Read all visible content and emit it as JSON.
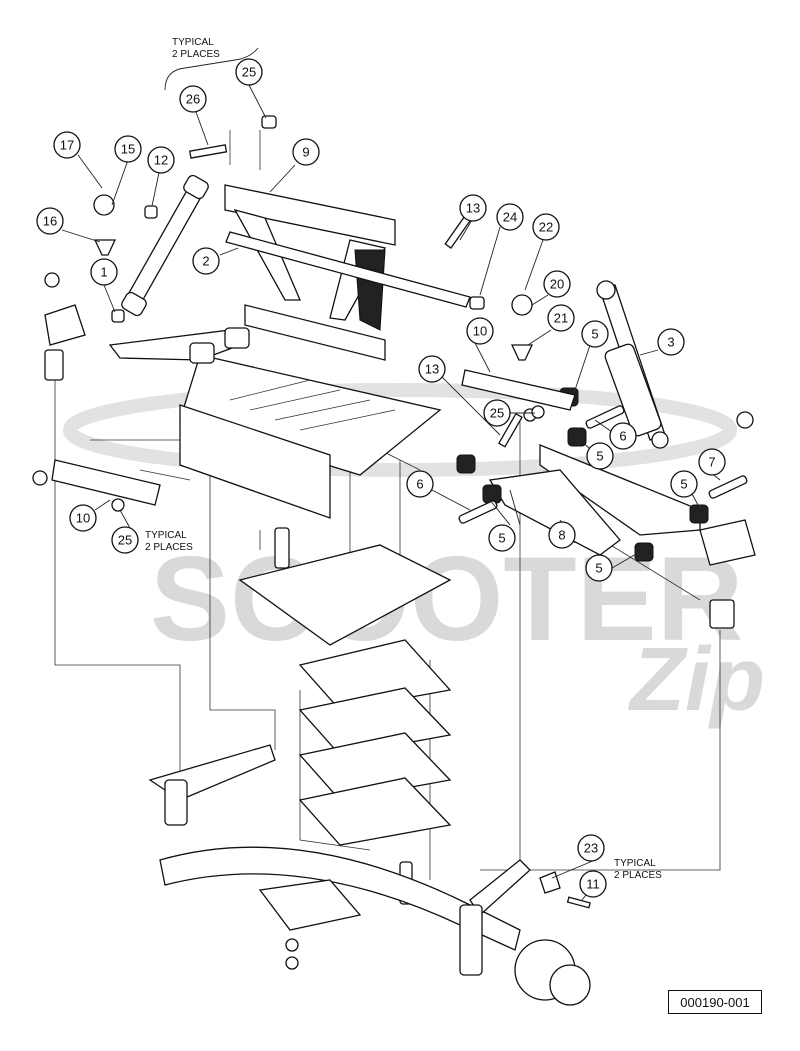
{
  "watermark": {
    "text": "SCOOTER",
    "script_text": "Zip"
  },
  "drawing_number": "000190-001",
  "notes": [
    {
      "id": "note-top",
      "line1": "TYPICAL",
      "line2": "2 PLACES"
    },
    {
      "id": "note-left",
      "line1": "TYPICAL",
      "line2": "2 PLACES"
    },
    {
      "id": "note-bottom",
      "line1": "TYPICAL",
      "line2": "2 PLACES"
    }
  ],
  "callouts": [
    "26",
    "25",
    "17",
    "15",
    "12",
    "9",
    "16",
    "2",
    "1",
    "13",
    "24",
    "22",
    "20",
    "21",
    "3",
    "10",
    "5",
    "13",
    "25",
    "6",
    "5",
    "7",
    "6",
    "5",
    "10",
    "25",
    "5",
    "8",
    "5",
    "23",
    "11"
  ]
}
